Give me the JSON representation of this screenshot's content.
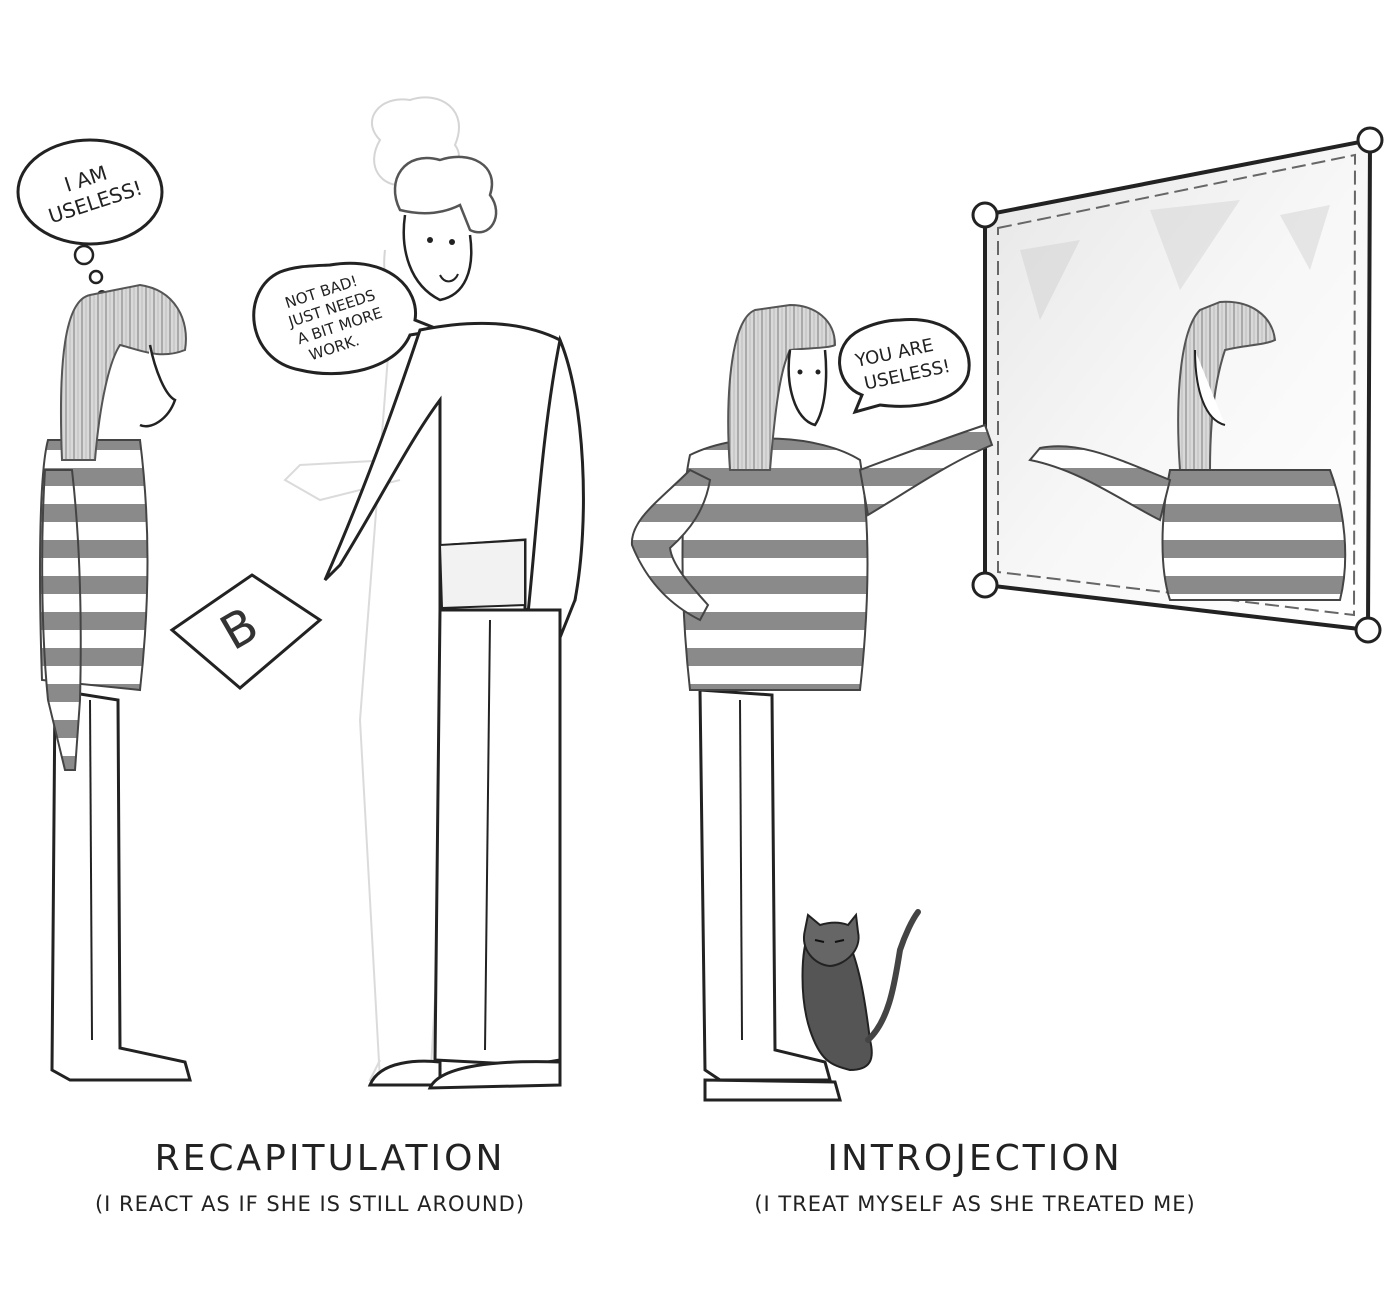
{
  "panels": [
    {
      "title": "Recapitulation",
      "subtitle": "(I react as if she is still around)",
      "thought_bubble": [
        "I AM",
        "USELESS!"
      ],
      "speech_bubble": [
        "NOT BAD!",
        "JUST NEEDS",
        "A BIT MORE",
        "WORK."
      ],
      "paper_grade": "B"
    },
    {
      "title": "Introjection",
      "subtitle": "(I treat myself as she treated me)",
      "speech_bubble": [
        "YOU ARE",
        "USELESS!"
      ]
    }
  ],
  "colors": {
    "ink": "#222222",
    "ghost": "#c8c8c8",
    "stripe": "#8a8a8a",
    "background": "#ffffff"
  }
}
